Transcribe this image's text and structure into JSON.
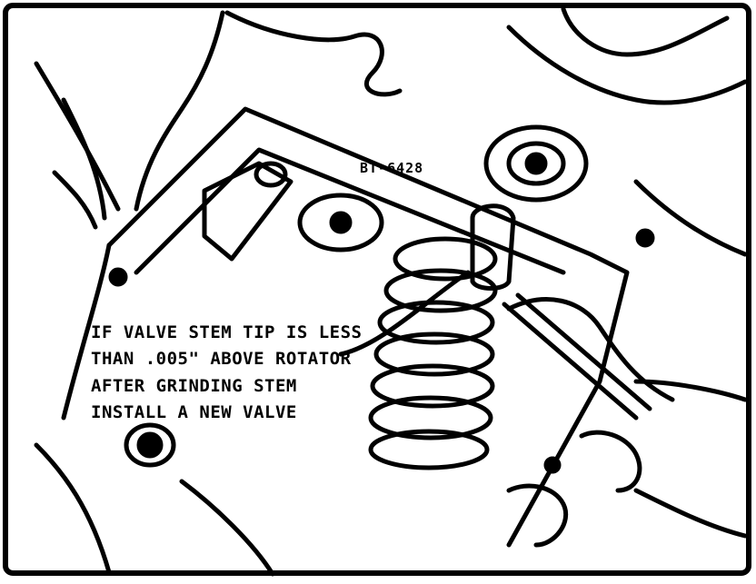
{
  "figure": {
    "code": "BT-6428",
    "note_lines": [
      "IF VALVE STEM TIP IS LESS",
      "THAN .005\" ABOVE ROTATOR",
      "AFTER GRINDING STEM",
      "INSTALL A NEW VALVE"
    ]
  }
}
